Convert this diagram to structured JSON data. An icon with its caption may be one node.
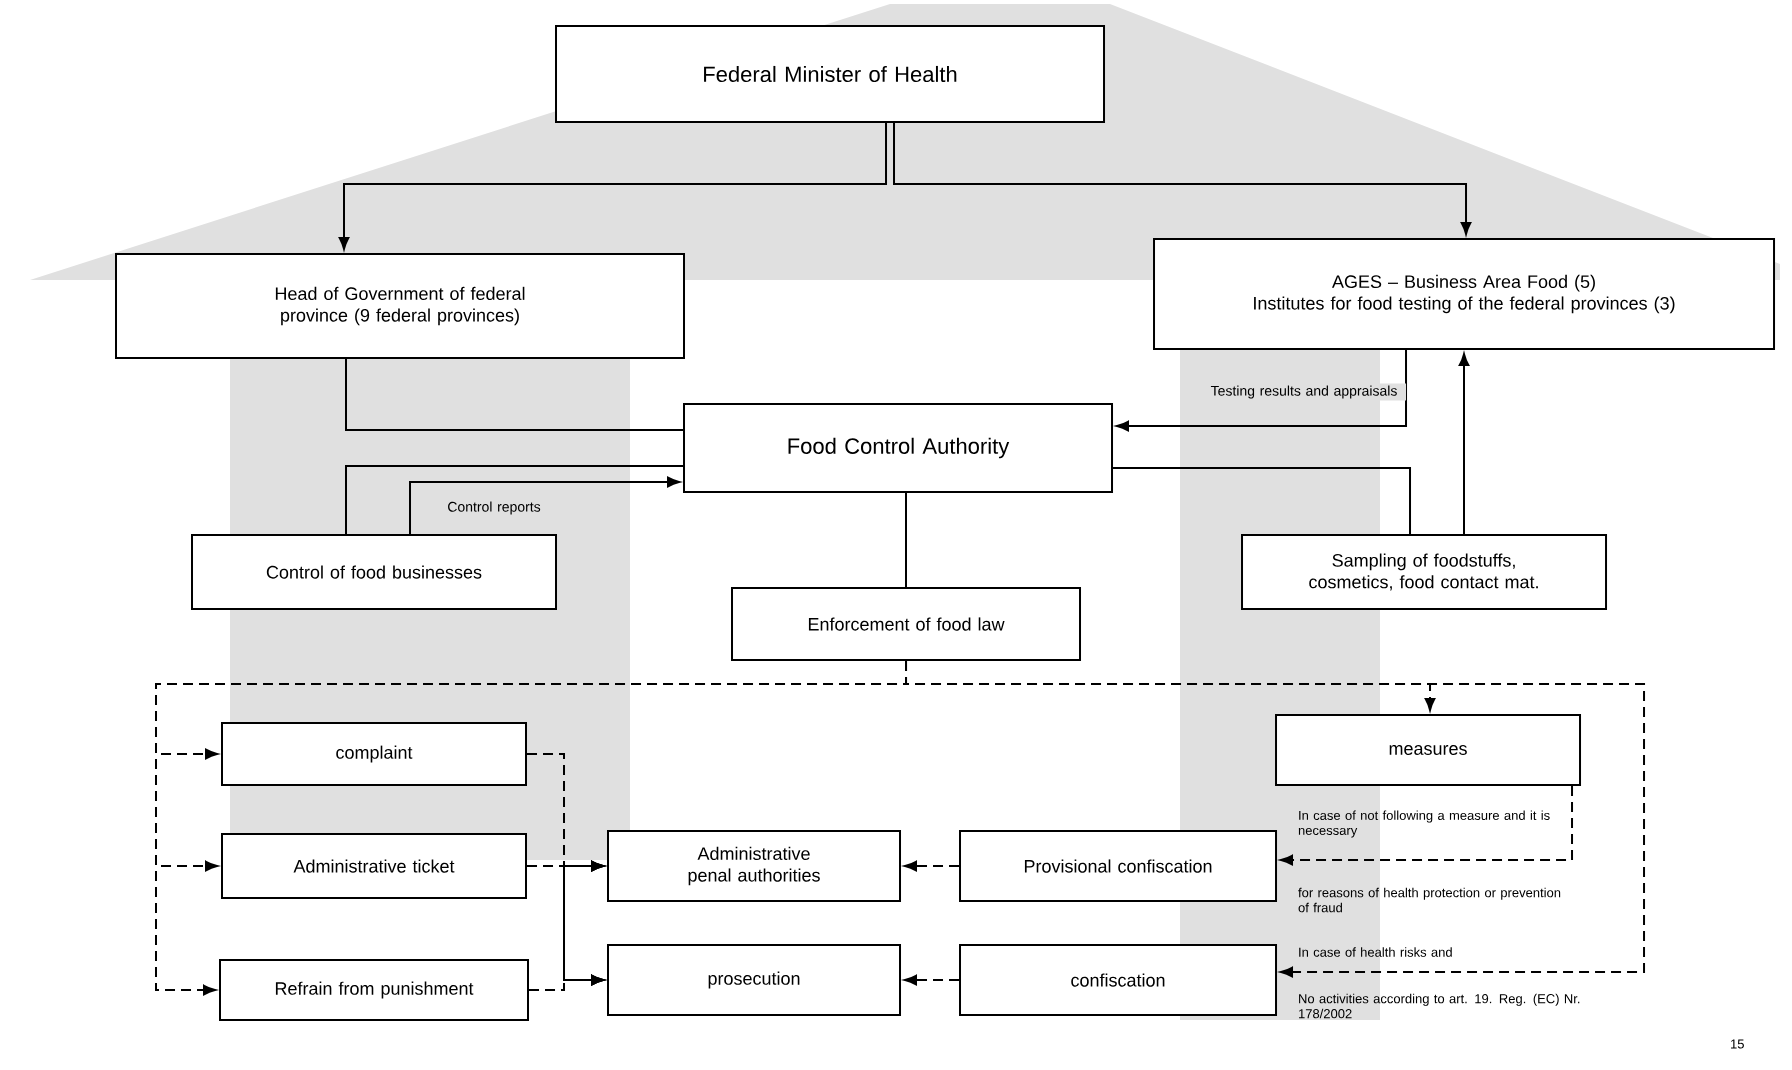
{
  "diagram": {
    "nodes": [
      {
        "text": [
          "Federal Minister of Health"
        ]
      },
      {
        "text": [
          "Head of Government of federal province (9 federal provinces)"
        ]
      },
      {
        "text": [
          "AGES – Business Area Food (5)",
          "Institutes for food testing of the federal provinces (3)"
        ]
      },
      {
        "text": [
          "Food Control Authority"
        ]
      },
      {
        "text": [
          "Control of food businesses"
        ]
      },
      {
        "text": [
          "Sampling of foodstuffs, cosmetics, food contact mat."
        ]
      },
      {
        "text": [
          "Enforcement of food law"
        ]
      },
      {
        "text": [
          "complaint"
        ]
      },
      {
        "text": [
          "Administrative ticket"
        ]
      },
      {
        "text": [
          "Refrain from punishment"
        ]
      },
      {
        "text": [
          "Administrative penal authorities"
        ]
      },
      {
        "text": [
          "Provisional confiscation"
        ]
      },
      {
        "text": [
          "prosecution"
        ]
      },
      {
        "text": [
          "confiscation"
        ]
      },
      {
        "text": [
          "measures"
        ]
      }
    ],
    "edges": [
      {
        "from": 0,
        "to": 1,
        "arrow": "to"
      },
      {
        "from": 0,
        "to": 2,
        "arrow": "to"
      },
      {
        "from": 1,
        "to": 3,
        "arrow": "none"
      },
      {
        "from": 3,
        "to": 4,
        "arrow": "none"
      },
      {
        "from": 4,
        "to": 3,
        "arrow": "to",
        "label": "Control reports"
      },
      {
        "from": 2,
        "to": 3,
        "arrow": "to",
        "label": "Testing results and appraisals"
      },
      {
        "from": 3,
        "to": 5,
        "arrow": "none"
      },
      {
        "from": 5,
        "to": 2,
        "arrow": "to"
      },
      {
        "from": 3,
        "to": 6,
        "arrow": "none"
      },
      {
        "from": 6,
        "to": 7,
        "arrow": "to",
        "style": "dashed"
      },
      {
        "from": 6,
        "to": 8,
        "arrow": "to",
        "style": "dashed"
      },
      {
        "from": 6,
        "to": 9,
        "arrow": "to",
        "style": "dashed"
      },
      {
        "from": 6,
        "to": 14,
        "arrow": "to",
        "style": "dashed"
      },
      {
        "from": 6,
        "to": 13,
        "arrow": "to",
        "style": "dashed"
      },
      {
        "from": 14,
        "to": 11,
        "arrow": "to",
        "style": "dashed"
      },
      {
        "from": 11,
        "to": 10,
        "arrow": "to",
        "style": "dashed"
      },
      {
        "from": 13,
        "to": 12,
        "arrow": "to",
        "style": "dashed"
      },
      {
        "from": 7,
        "to": 10,
        "arrow": "to",
        "style": "dashed"
      },
      {
        "from": 7,
        "to": 12,
        "arrow": "to",
        "style": "dashed"
      },
      {
        "from": 8,
        "to": 10,
        "arrow": "to",
        "style": "dashed"
      },
      {
        "from": 8,
        "to": 12,
        "arrow": "to",
        "style": "dashed"
      },
      {
        "from": 9,
        "to": 10,
        "arrow": "to",
        "style": "dashed"
      },
      {
        "from": 9,
        "to": 12,
        "arrow": "to",
        "style": "dashed"
      }
    ],
    "labels": [
      "In case of not following a measure and it is necessary",
      "for reasons of health protection or prevention of fraud",
      "In case of health risks and",
      "No activities according to art. 19. Reg. (EC) Nr. 178/2002",
      "15"
    ]
  }
}
